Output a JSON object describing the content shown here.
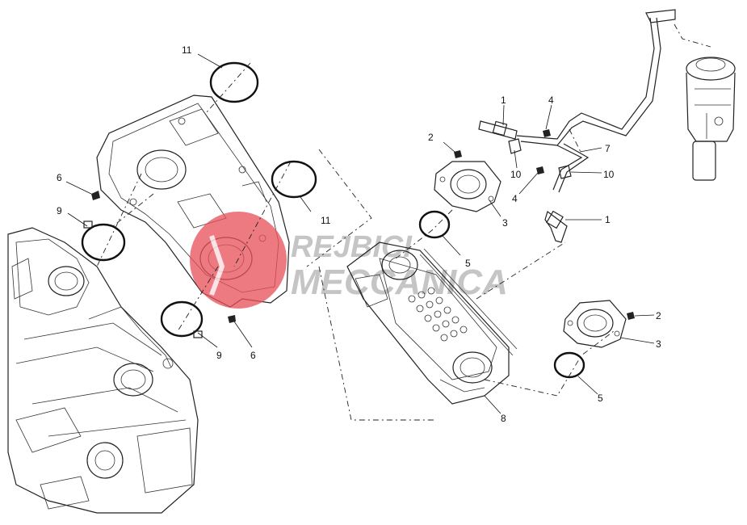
{
  "watermark": {
    "line1": "REJBICI",
    "line2": "MECCANICA",
    "circle_color": "#e8505b",
    "text_color": "#bfbfbf"
  },
  "callouts": {
    "c1_top": "1",
    "c1_right": "1",
    "c2_top": "2",
    "c2_right": "2",
    "c3_top": "3",
    "c3_right": "3",
    "c4_top": "4",
    "c4_mid": "4",
    "c5_mid": "5",
    "c5_right": "5",
    "c6_left": "6",
    "c6_bottom": "6",
    "c7": "7",
    "c8": "8",
    "c9_left": "9",
    "c9_bottom": "9",
    "c10_left": "10",
    "c10_right": "10",
    "c11_top": "11",
    "c11_right": "11"
  }
}
